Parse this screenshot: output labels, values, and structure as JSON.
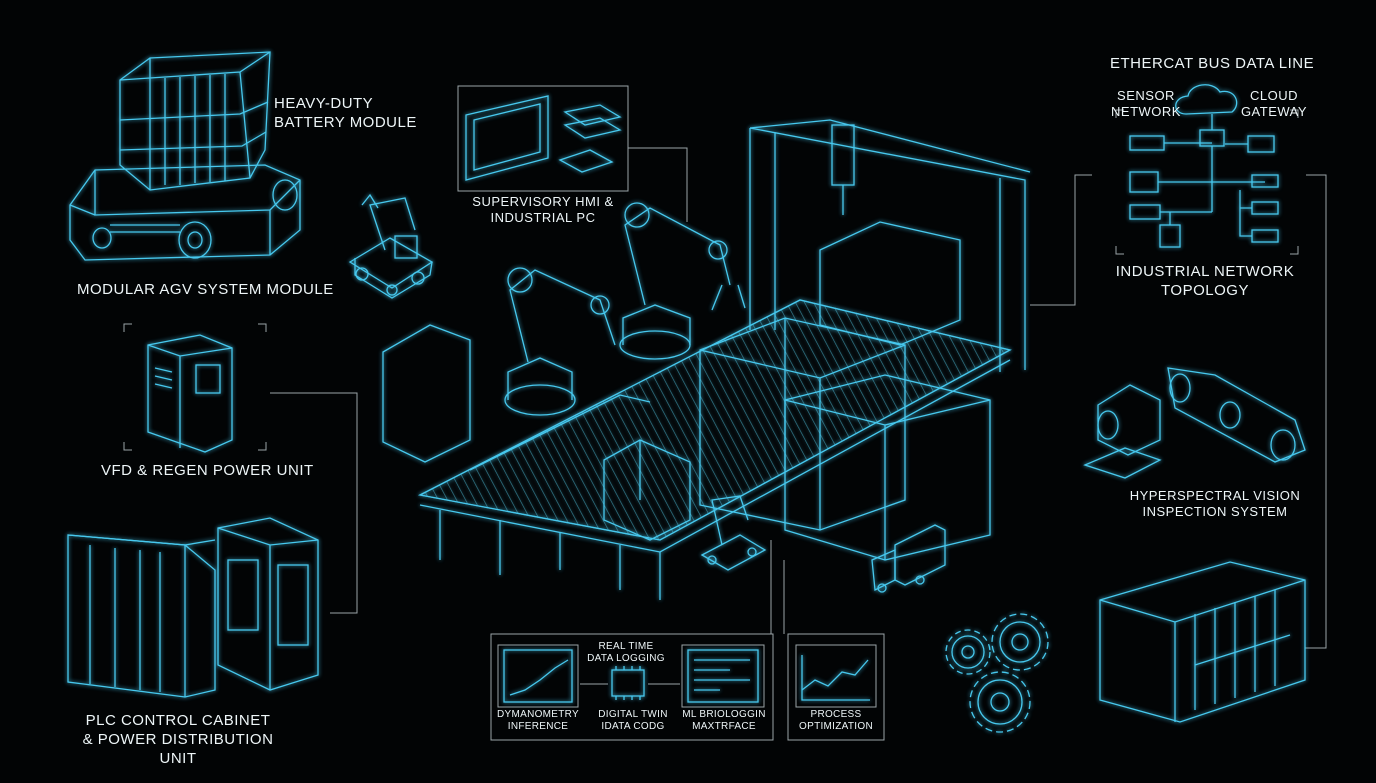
{
  "colors": {
    "background": "#020405",
    "wire": "#46c8ee",
    "wire_bright": "#9ff0ff",
    "text": "#eef6f8",
    "frame": "#9aa4a8"
  },
  "labels": {
    "battery": "Heavy-duty\nbattery module",
    "agv": "Modular AGV system module",
    "vfd": "VFD & regen power unit",
    "plc": "PLC control cabinet\n& power distribution unit",
    "hmi": "Supervisory HMI &\nindustrial PC",
    "ethercat": "EtherCAT bus data line",
    "sensor_network": "Sensor\nnetwork",
    "cloud_gateway": "Cloud\ngateway",
    "network_topology": "Industrial network\ntopology",
    "vision": "Hyperspectral vision\ninspection system",
    "real_time": "Real time\ndata logging",
    "digital_twin": "Digital twin\nidata codg",
    "dynamometry": "Dymanometry\ninference",
    "ml": "ML briologgin\nmaxtrface",
    "process": "Process\noptimization"
  },
  "icons": [
    "agv-icon",
    "battery-icon",
    "forklift-robot-icon",
    "hmi-monitor-icon",
    "vfd-cabinet-icon",
    "plc-cabinet-icon",
    "robot-arm-icon",
    "gantry-icon",
    "conveyor-icon",
    "cloud-icon",
    "vision-camera-icon",
    "gear-icon",
    "truck-icon",
    "chip-icon",
    "plc-rack-icon"
  ]
}
